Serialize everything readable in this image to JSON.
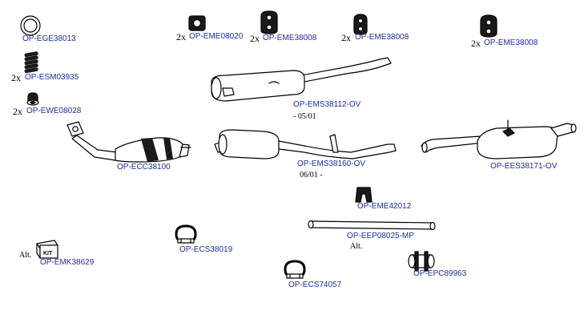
{
  "parts": {
    "ege38013": {
      "code": "OP-EGE38013",
      "icon": "gasket-ring-icon"
    },
    "esm03935": {
      "qty": "2x",
      "code": "OP-ESM03935",
      "icon": "spring-icon"
    },
    "ewe08028": {
      "qty": "2x",
      "code": "OP-EWE08028",
      "icon": "rubber-bush-icon"
    },
    "ecc38100": {
      "code": "OP-ECC38100",
      "icon": "catalytic-converter-icon"
    },
    "eme08020": {
      "qty": "2x",
      "code": "OP-EME08020",
      "icon": "rubber-mount-icon"
    },
    "eme38008_a": {
      "qty": "2x",
      "code": "OP-EME38008",
      "icon": "rubber-hanger-icon"
    },
    "eme38008_b": {
      "qty": "2x",
      "code": "OP-EME38008",
      "icon": "rubber-hanger-icon"
    },
    "eme38008_c": {
      "qty": "2x",
      "code": "OP-EME38008",
      "icon": "rubber-hanger-icon"
    },
    "ems38112": {
      "code": "OP-EMS38112-OV",
      "note": "- 05/01",
      "icon": "middle-silencer-icon"
    },
    "ems38160": {
      "code": "OP-EMS38160-OV",
      "note": "06/01 -",
      "icon": "middle-silencer-icon"
    },
    "ees38171": {
      "code": "OP-EES38171-OV",
      "icon": "rear-silencer-icon"
    },
    "eme42012": {
      "code": "OP-EME42012",
      "icon": "rubber-strap-icon"
    },
    "eep08025": {
      "code": "OP-EEP08025-MP",
      "note": "Alt.",
      "icon": "pipe-icon"
    },
    "epc89963": {
      "code": "OP-EPC89963",
      "icon": "pipe-connector-icon"
    },
    "ecs38019": {
      "code": "OP-ECS38019",
      "icon": "clamp-icon"
    },
    "ecs74057": {
      "code": "OP-ECS74057",
      "icon": "clamp-icon"
    },
    "emk38629": {
      "code": "OP-EMK38629",
      "note": "Alt.",
      "kit_label": "KIT",
      "icon": "kit-box-icon"
    }
  },
  "colors": {
    "code_text": "#1f2f9a",
    "line": "#000000",
    "fill": "#ffffff",
    "dark": "#1a1a1a"
  }
}
